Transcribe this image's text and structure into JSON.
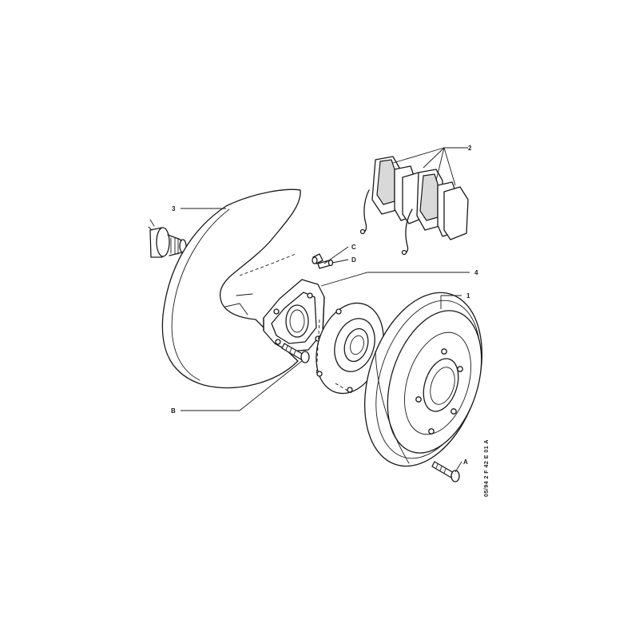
{
  "callouts": {
    "c1": "1",
    "c2": "2",
    "c3": "3",
    "c4": "4",
    "a": "A",
    "b": "B",
    "c": "C",
    "d": "D"
  },
  "reference_code": "05/94  2 F   42 E 01 A"
}
